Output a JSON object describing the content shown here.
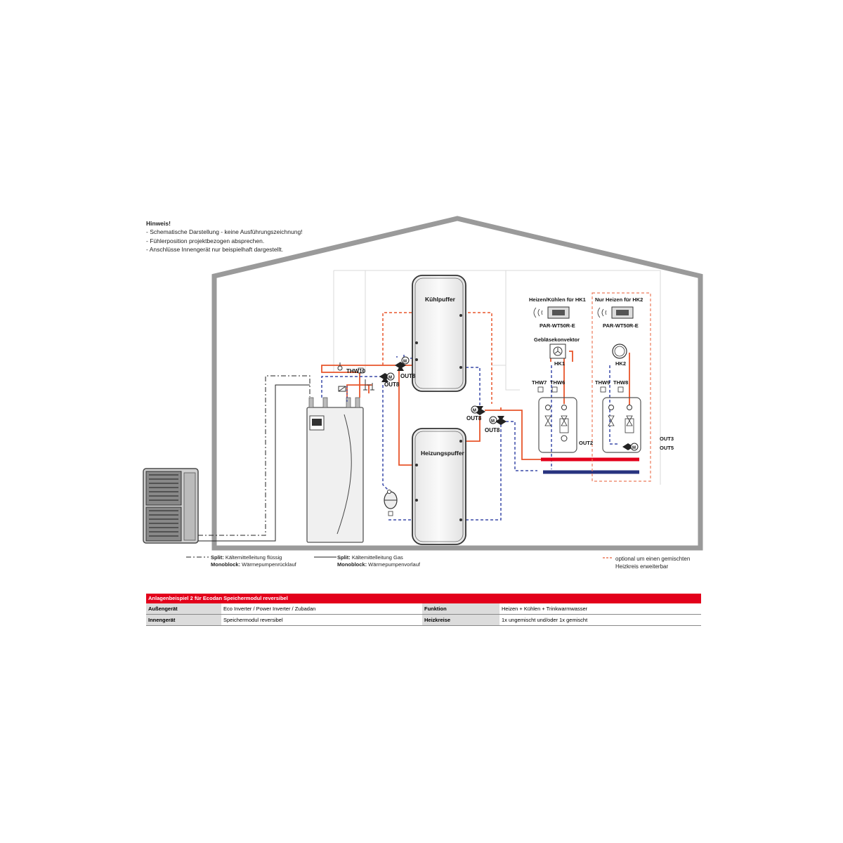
{
  "notes": {
    "heading": "Hinweis!",
    "lines": [
      "- Schematische Darstellung - keine Ausführungszeichnung!",
      "- Fühlerposition projektbezogen absprechen.",
      "- Anschlüsse Innengerät nur beispielhaft dargestellt."
    ]
  },
  "diagram": {
    "tank_top": "Kühlpuffer",
    "tank_bottom": "Heizungspuffer",
    "sensor_thw10": "THW10",
    "valve_out8_a": "OUT8",
    "valve_out8_b": "OUT8",
    "valve_out8_c": "OUT8",
    "valve_out8_d": "OUT8",
    "circuit1_title": "Heizen/Kühlen für HK1",
    "circuit2_title": "Nur Heizen für HK2",
    "controller1": "PAR-WT50R-E",
    "controller2": "PAR-WT50R-E",
    "fan_convector": "Gebläsekonvektor",
    "hk1": "HK1",
    "hk2": "HK2",
    "thw7": "THW7",
    "thw6": "THW6",
    "thw9": "THW9",
    "thw8": "THW8",
    "out2": "OUT2",
    "out3": "OUT3",
    "out5": "OUT5"
  },
  "legend": {
    "left_l1_bold": "Split:",
    "left_l1": " Kältemittelleitung flüssig",
    "left_l2_bold": "Monoblock:",
    "left_l2": " Wärmepumpenrücklauf",
    "mid_l1_bold": "Split:",
    "mid_l1": " Kältemittelleitung Gas",
    "mid_l2_bold": "Monoblock:",
    "mid_l2": " Wärmepumpenvorlauf",
    "optional_l1": "optional um einen gemischten",
    "optional_l2": "Heizkreis erweiterbar"
  },
  "table": {
    "title": "Anlagenbeispiel 2 für Ecodan Speichermodul reversibel",
    "rows": [
      {
        "l1": "Außengerät",
        "v1": "Eco Inverter / Power Inverter / Zubadan",
        "l2": "Funktion",
        "v2": "Heizen + Kühlen + Trinkwarmwasser"
      },
      {
        "l1": "Innengerät",
        "v1": "Speichermodul reversibel",
        "l2": "Heizkreise",
        "v2": "1x ungemischt und/oder 1x gemischt"
      }
    ]
  },
  "colors": {
    "house": "#9a9a9a",
    "supply": "#e8552b",
    "return": "#3a4aa8",
    "red_bar": "#e3001b",
    "blue_bar": "#28337f",
    "tank_fill": "#f2f2f2",
    "optional": "#ec7a5a"
  }
}
